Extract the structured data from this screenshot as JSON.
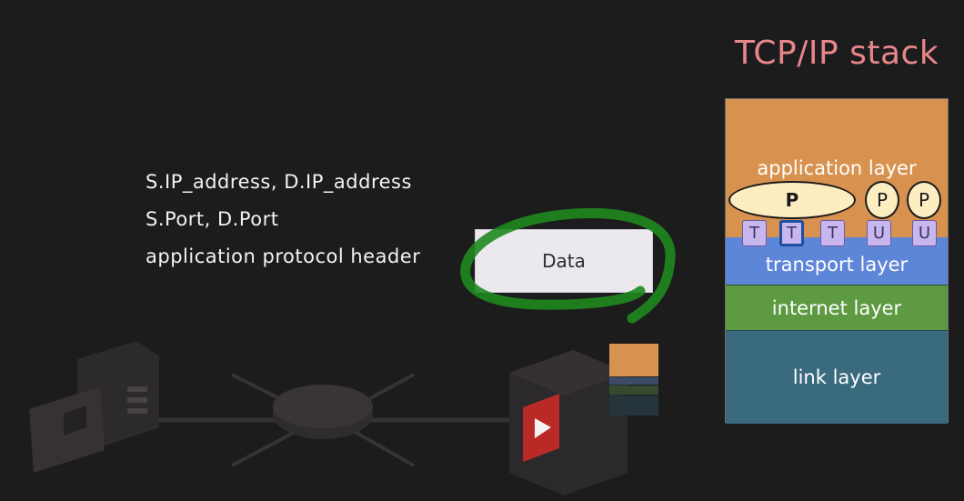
{
  "info": {
    "line1": "S.IP_address,  D.IP_address",
    "line2": "S.Port,  D.Port",
    "line3": "application protocol header"
  },
  "packet": {
    "label": "Data"
  },
  "stack": {
    "title": "TCP/IP stack",
    "layers": {
      "application": "application layer",
      "transport": "transport layer",
      "internet": "internet layer",
      "link": "link layer"
    },
    "protocols": [
      "P",
      "P",
      "P"
    ],
    "ports": [
      "T",
      "T",
      "T",
      "U",
      "U"
    ]
  },
  "colors": {
    "background": "#1d1c1d",
    "title": "#e8868a",
    "application_layer": "#d8924f",
    "transport_layer": "#5e86d8",
    "internet_layer": "#5e9a42",
    "link_layer": "#3a6a7e",
    "highlight_stroke": "#1f8a1f",
    "port_fill": "#c7b7ee",
    "protocol_fill": "#fdeec2"
  }
}
